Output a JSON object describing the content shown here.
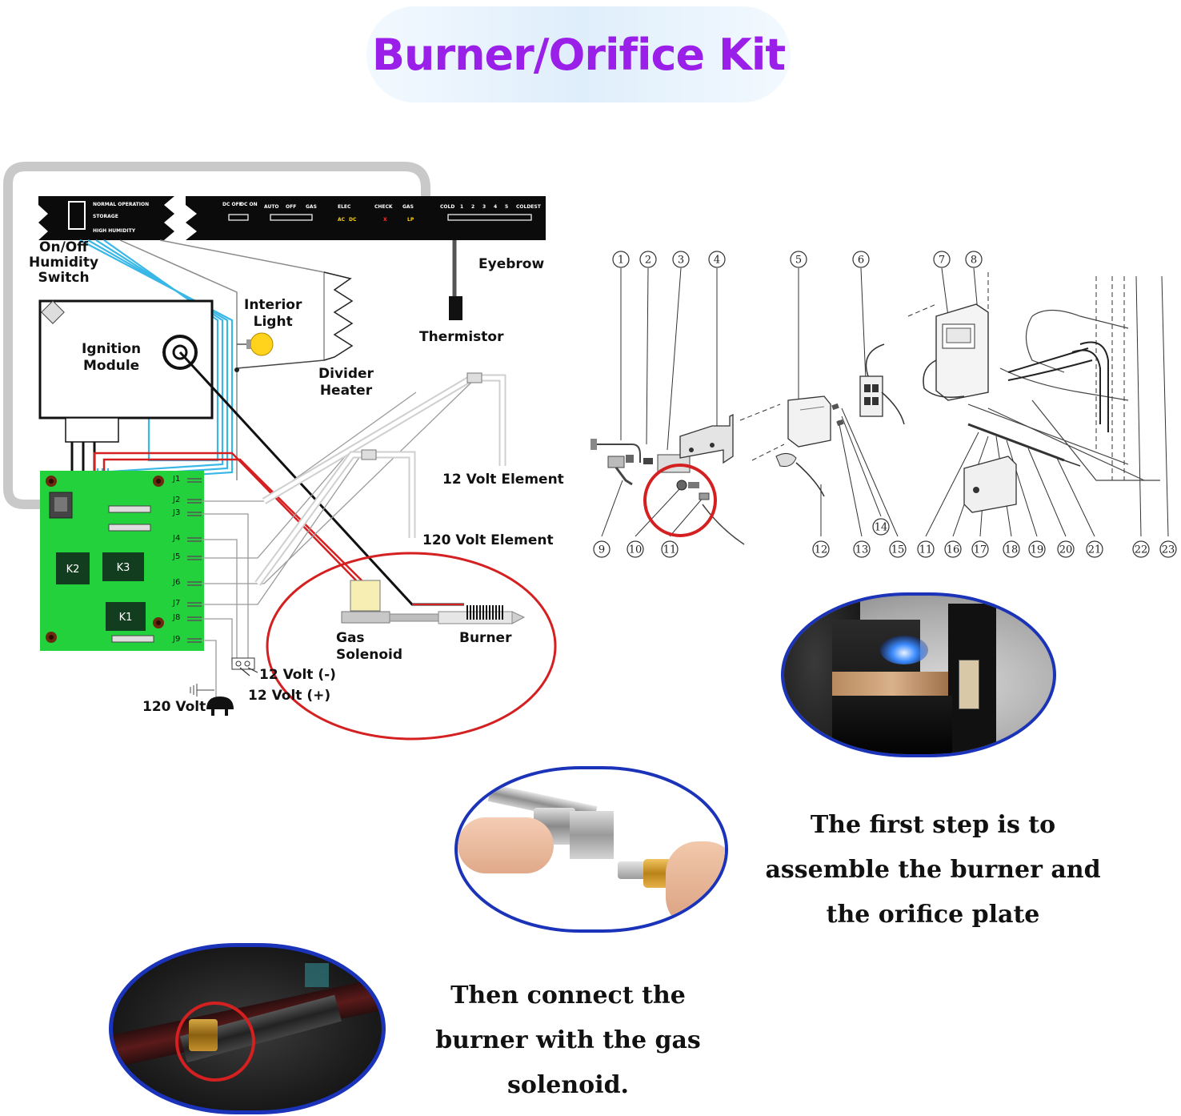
{
  "title": "Burner/Orifice Kit",
  "wiring": {
    "switch_label": [
      "On/Off",
      "Humidity",
      "Switch"
    ],
    "ignition_module": [
      "Ignition",
      "Module"
    ],
    "interior_light": [
      "Interior",
      "Light"
    ],
    "divider_heater": [
      "Divider",
      "Heater"
    ],
    "eyebrow": "Eyebrow",
    "thermistor": "Thermistor",
    "element_12v": "12 Volt Element",
    "element_120v": "120 Volt Element",
    "gas_solenoid": [
      "Gas",
      "Solenoid"
    ],
    "burner": "Burner",
    "volt12_neg": "12 Volt (-)",
    "volt12_pos": "12 Volt (+)",
    "volt120": "120 Volt",
    "relays": [
      "K2",
      "K3",
      "K1"
    ],
    "jacks": [
      "J1",
      "J2",
      "J3",
      "J4",
      "J5",
      "J6",
      "J7",
      "J8",
      "J9"
    ],
    "panel_text": {
      "mode_options": [
        "NORMAL OPERATION",
        "STORAGE",
        "HIGH HUMIDITY"
      ],
      "dc_labels": [
        "DC OFF",
        "DC ON"
      ],
      "fuel_modes": [
        "AUTO",
        "OFF",
        "GAS"
      ],
      "elec": "ELEC",
      "check": "CHECK",
      "gas_status": "GAS",
      "ac": "AC",
      "dc": "DC",
      "x_mark": "X",
      "lp": "LP",
      "cold": "COLD",
      "coldest": "COLDEST",
      "temp_scale": [
        "1",
        "2",
        "3",
        "4",
        "5"
      ]
    }
  },
  "parts_diagram": {
    "top_numbers": [
      "1",
      "2",
      "3",
      "4",
      "5",
      "6",
      "7",
      "8"
    ],
    "bottom_numbers": [
      "9",
      "10",
      "11",
      "12",
      "13",
      "14",
      "15",
      "11",
      "16",
      "17",
      "18",
      "19",
      "20",
      "21",
      "22",
      "23"
    ]
  },
  "steps": {
    "step1": [
      "The first step is to",
      "assemble the burner and",
      "the orifice plate"
    ],
    "step2": [
      "Then connect the",
      "burner with the gas",
      "solenoid."
    ]
  },
  "colors": {
    "title": "#9a1fe8",
    "board": "#22d13c",
    "highlight_red": "#d42020",
    "frame_blue": "#1a33b8",
    "wire_cyan": "#39b7e6"
  }
}
